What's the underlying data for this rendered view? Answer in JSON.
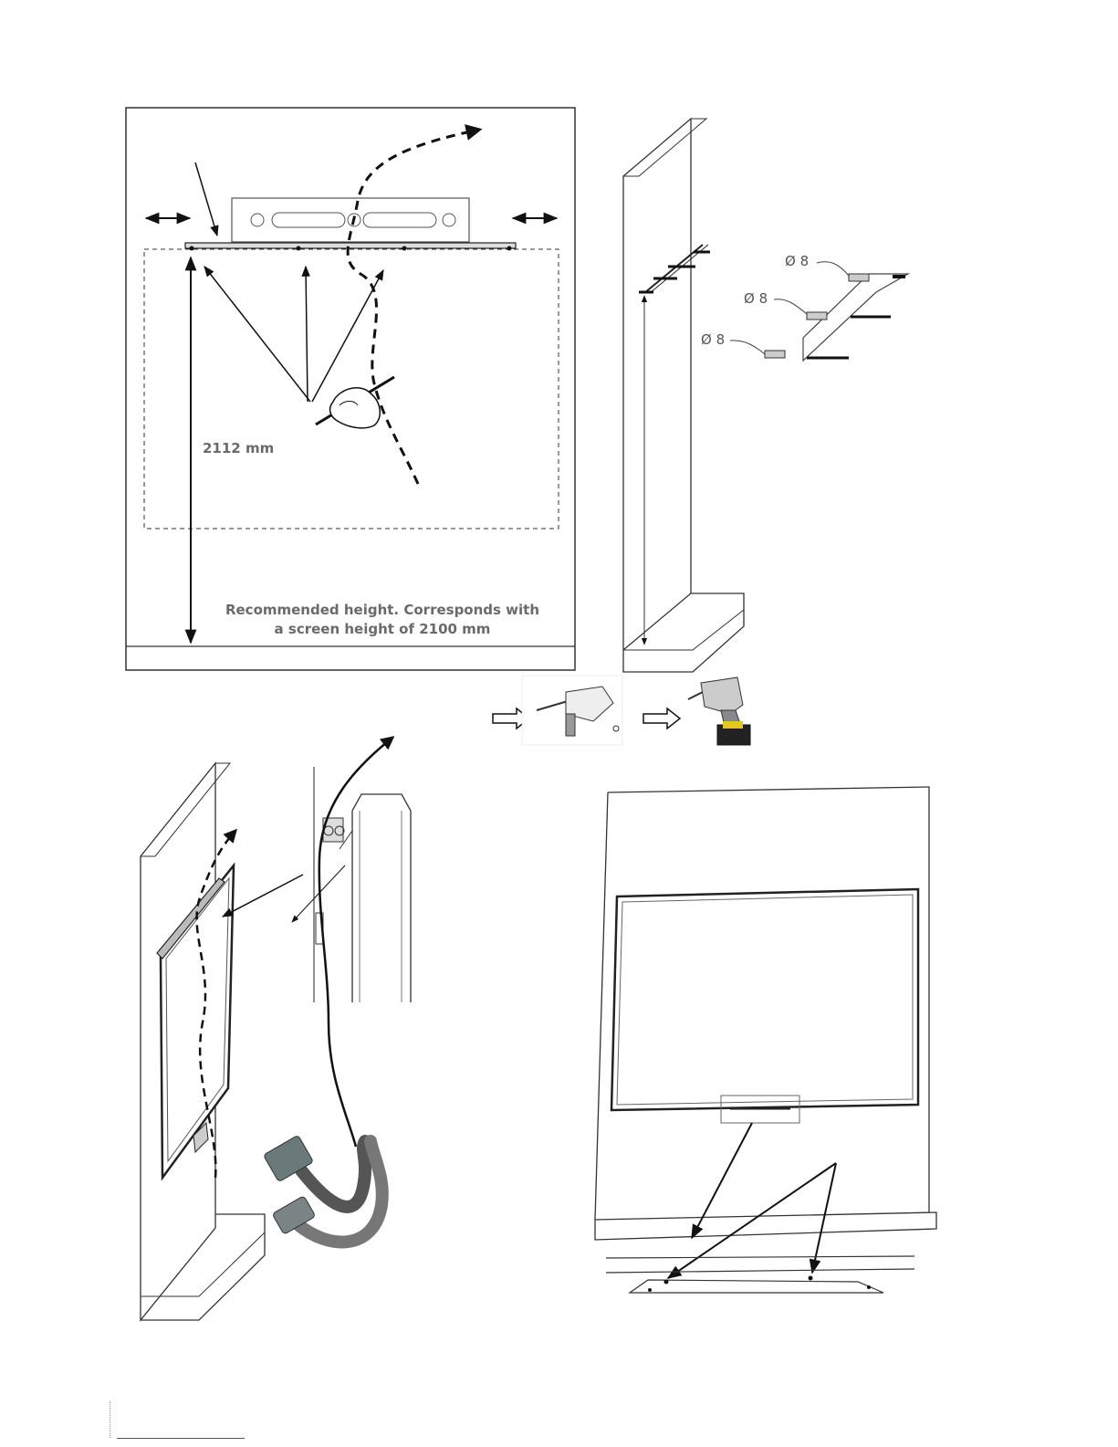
{
  "panel1": {
    "dimension_label": "2112 mm",
    "note_line1": "Recommended height. Corresponds with",
    "note_line2": "a screen height of 2100 mm"
  },
  "panel2": {
    "anchor_labels": [
      "Ø 8",
      "Ø 8",
      "Ø 8"
    ]
  },
  "colors": {
    "line": "#111111",
    "label": "#6a6a6a",
    "footer_rule": "#3355cc"
  },
  "icons": [
    "spirit-level-icon",
    "pen-hand-icon",
    "wall-anchor-icon",
    "screw-icon",
    "hammer-drill-icon",
    "cordless-drill-icon",
    "hollow-arrow-icon",
    "vga-hdmi-cable-icon"
  ]
}
